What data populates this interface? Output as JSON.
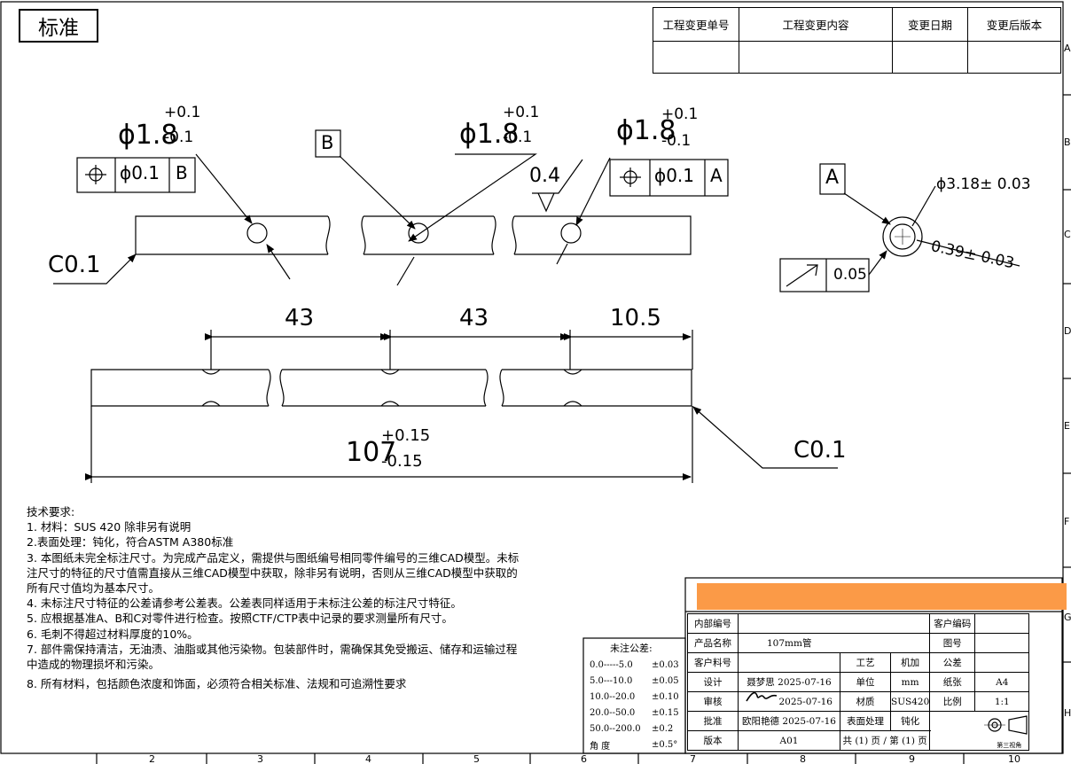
{
  "stamp": "标准",
  "zone_letters": [
    "A",
    "B",
    "C",
    "D",
    "E",
    "F",
    "G",
    "H"
  ],
  "zone_numbers": [
    "2",
    "3",
    "4",
    "5",
    "6",
    "7",
    "8",
    "9",
    "10"
  ],
  "revision": {
    "headers": [
      "工程变更单号",
      "工程变更内容",
      "变更日期",
      "变更后版本"
    ]
  },
  "dims": {
    "dia_main": "ϕ1.8",
    "tol_plus": "+0.1",
    "tol_minus": "-0.1",
    "pos_tol": "ϕ0.1",
    "datum_b": "B",
    "datum_a": "A",
    "roughness": "0.4",
    "chamfer": "C0.1",
    "len_1": "43",
    "len_2": "43",
    "len_3": "10.5",
    "overall": "107",
    "overall_plus": "+0.15",
    "overall_minus": "-0.15",
    "outer_dia": "ϕ3.18± 0.03",
    "wall": "0.39± 0.03",
    "runout": "0.05"
  },
  "notes": {
    "title": "技术要求:",
    "items": [
      "1. 材料：SUS 420 除非另有说明",
      "2.表面处理：钝化，符合ASTM A380标准",
      "3. 本图纸未完全标注尺寸。为完成产品定义，需提供与图纸编号相同零件编号的三维CAD模型。未标注尺寸的特征的尺寸值需直接从三维CAD模型中获取，除非另有说明，否则从三维CAD模型中获取的所有尺寸值均为基本尺寸。",
      "4. 未标注尺寸特征的公差请参考公差表。公差表同样适用于未标注公差的标注尺寸特征。",
      "5. 应根据基准A、B和C对零件进行检查。按照CTF/CTP表中记录的要求测量所有尺寸。",
      "6. 毛刺不得超过材料厚度的10%。",
      "7. 部件需保持清洁，无油渍、油脂或其他污染物。包装部件时，需确保其免受搬运、储存和运输过程中造成的物理损坏和污染。",
      "8. 所有材料，包括颜色浓度和饰面，必须符合相关标准、法规和可追溯性要求"
    ]
  },
  "tolerance": {
    "title": "未注公差:",
    "rows": [
      [
        "0.0-----5.0",
        "±0.03"
      ],
      [
        "5.0---10.0",
        "±0.05"
      ],
      [
        "10.0--20.0",
        "±0.10"
      ],
      [
        "20.0--50.0",
        "±0.15"
      ],
      [
        "50.0--200.0",
        "±0.2"
      ],
      [
        "角   度",
        "±0.5°"
      ]
    ]
  },
  "title_block": {
    "internal_no_label": "内部编号",
    "customer_code_label": "客户编码",
    "product_name_label": "产品名称",
    "product_name": "107mm管",
    "drawing_no_label": "图号",
    "customer_part_label": "客户料号",
    "process_label": "工艺",
    "process": "机加",
    "tolerance_label": "公差",
    "design_label": "设计",
    "design": "聂梦思  2025-07-16",
    "unit_label": "单位",
    "unit": "mm",
    "paper_label": "纸张",
    "paper": "A4",
    "review_label": "审核",
    "review_date": "2025-07-16",
    "material_label": "材质",
    "material": "SUS420",
    "scale_label": "比例",
    "scale": "1:1",
    "approve_label": "批准",
    "approve": "欧阳艳德  2025-07-16",
    "surface_label": "表面处理",
    "surface": "钝化",
    "version_label": "版本",
    "version": "A01",
    "pages": "共 (1) 页 /  第 (1) 页",
    "projection": "第三视角"
  }
}
